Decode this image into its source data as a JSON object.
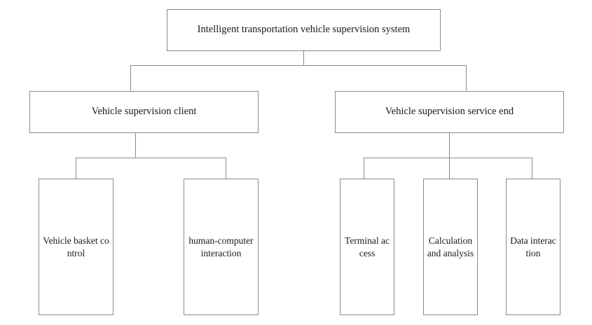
{
  "diagram": {
    "title_node": {
      "id": "root",
      "label": "Intelligent transportation vehicle supervision system"
    },
    "level2": [
      {
        "id": "client",
        "label": "Vehicle supervision client"
      },
      {
        "id": "service-end",
        "label": "Vehicle supervision service end"
      }
    ],
    "level3": [
      {
        "id": "vehicle-basket-control",
        "label": "Vehicle basket control",
        "parent": "client"
      },
      {
        "id": "human-computer-interaction",
        "label": "human-computer interaction",
        "parent": "client"
      },
      {
        "id": "terminal-access",
        "label": "Terminal access",
        "parent": "service-end"
      },
      {
        "id": "calculation-and-analysis",
        "label": "Calculation and analysis",
        "parent": "service-end"
      },
      {
        "id": "data-interaction",
        "label": "Data interaction",
        "parent": "service-end"
      }
    ],
    "colors": {
      "box_border": "#8a8a8a",
      "connector": "#8a8a8a",
      "text": "#1a1a1a",
      "background": "#ffffff"
    }
  }
}
